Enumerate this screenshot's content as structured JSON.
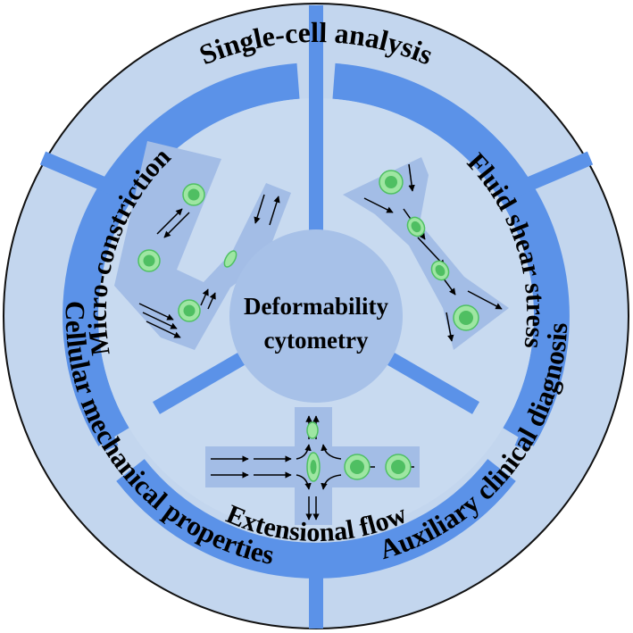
{
  "center": {
    "line1": "Deformability",
    "line2": "cytometry"
  },
  "inner_labels": {
    "micro_constriction": "Micro-constriction",
    "fluid_shear_stress": "Fluid shear stress",
    "extensional_flow": "Extensional flow"
  },
  "outer_labels": {
    "single_cell_analysis": "Single-cell analysis",
    "auxiliary_clinical_diagnosis": "Auxiliary clinical diagnosis",
    "cellular_mechanical_properties": "Cellular mechanical properties"
  },
  "colors": {
    "outer_ring": "#c3d6ee",
    "band": "#5b92e8",
    "inner_area": "#c8daf0",
    "center_disc": "#a7c1e8",
    "channel": "#a3bde6",
    "cell_fill": "#9ee6a2",
    "cell_stroke": "#4fc063",
    "cell_nucleus": "#4fbf62",
    "border": "#111111"
  }
}
